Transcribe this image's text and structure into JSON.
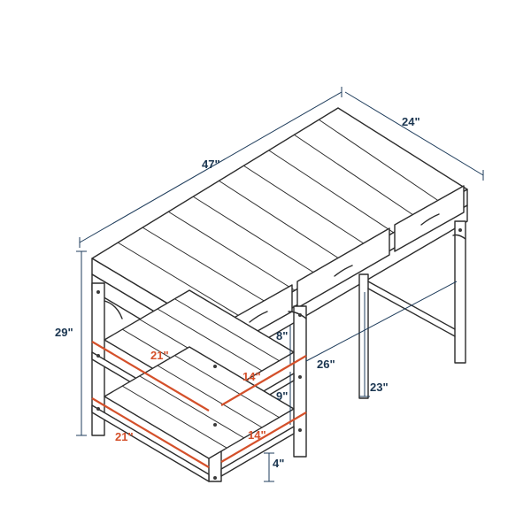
{
  "dimensions": {
    "width": "47\"",
    "depth": "24\"",
    "height": "29\"",
    "shelf_gap_top": "8\"",
    "shelf_gap_mid": "9\"",
    "bottom_clearance": "4\"",
    "knee_depth": "26\"",
    "knee_height": "23\"",
    "shelf_width_top": "21\"",
    "shelf_width_bottom": "21\"",
    "shelf_depth_top": "14\"",
    "shelf_depth_bottom": "14\""
  },
  "colors": {
    "dimension_blue": "#1a3550",
    "dimension_orange": "#d4502a",
    "line_dark": "#2b2b2b"
  }
}
